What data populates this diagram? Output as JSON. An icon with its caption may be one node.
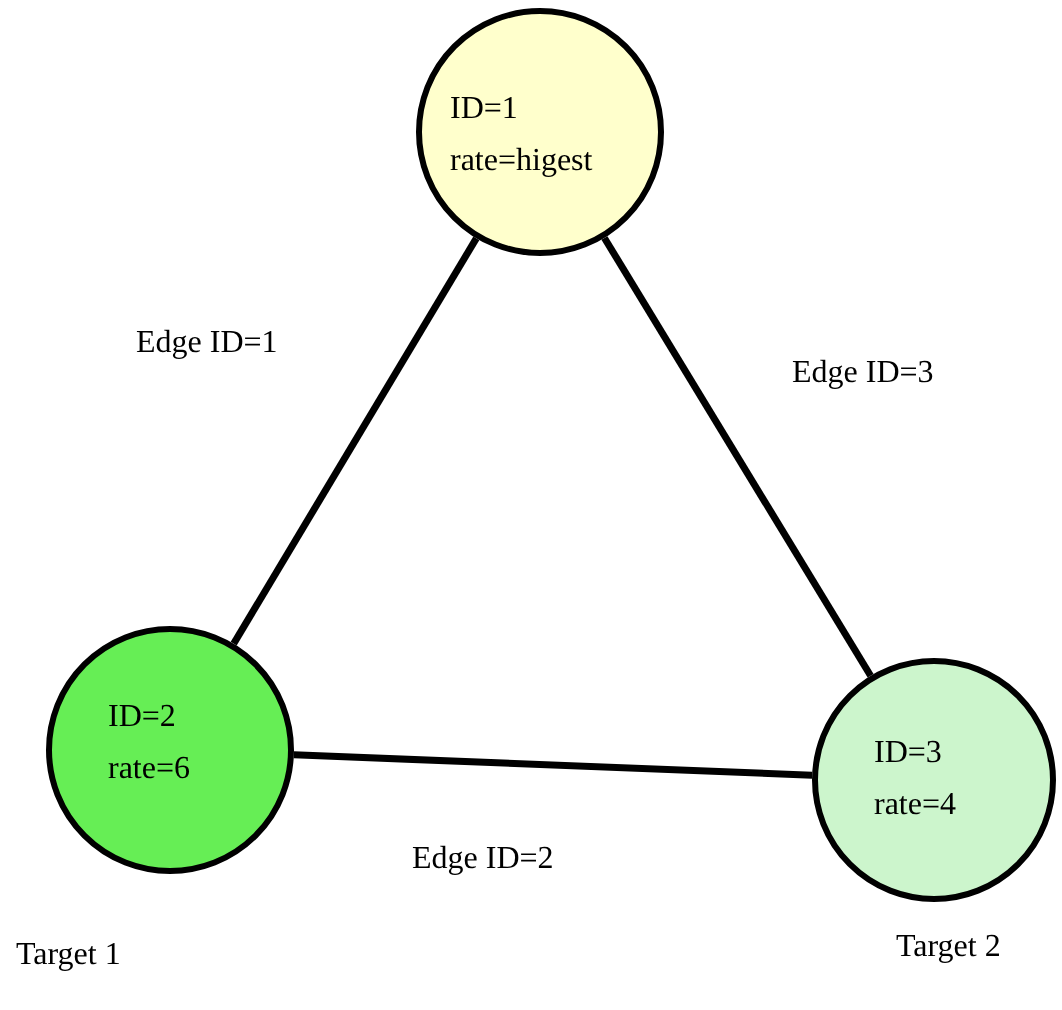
{
  "diagram": {
    "nodes": [
      {
        "text": [
          "ID=1",
          "rate=higest"
        ]
      },
      {
        "text": [
          "ID=2",
          "rate=6"
        ],
        "beside": [
          "Target 1"
        ]
      },
      {
        "text": [
          "ID=3",
          "rate=4"
        ],
        "beside": [
          "Target 2"
        ]
      }
    ],
    "edges": [
      {
        "from": 0,
        "to": 1,
        "arrow": "none",
        "label": "Edge ID=1"
      },
      {
        "from": 1,
        "to": 2,
        "arrow": "none",
        "label": "Edge ID=2"
      },
      {
        "from": 0,
        "to": 2,
        "arrow": "none",
        "label": "Edge ID=3"
      }
    ]
  }
}
